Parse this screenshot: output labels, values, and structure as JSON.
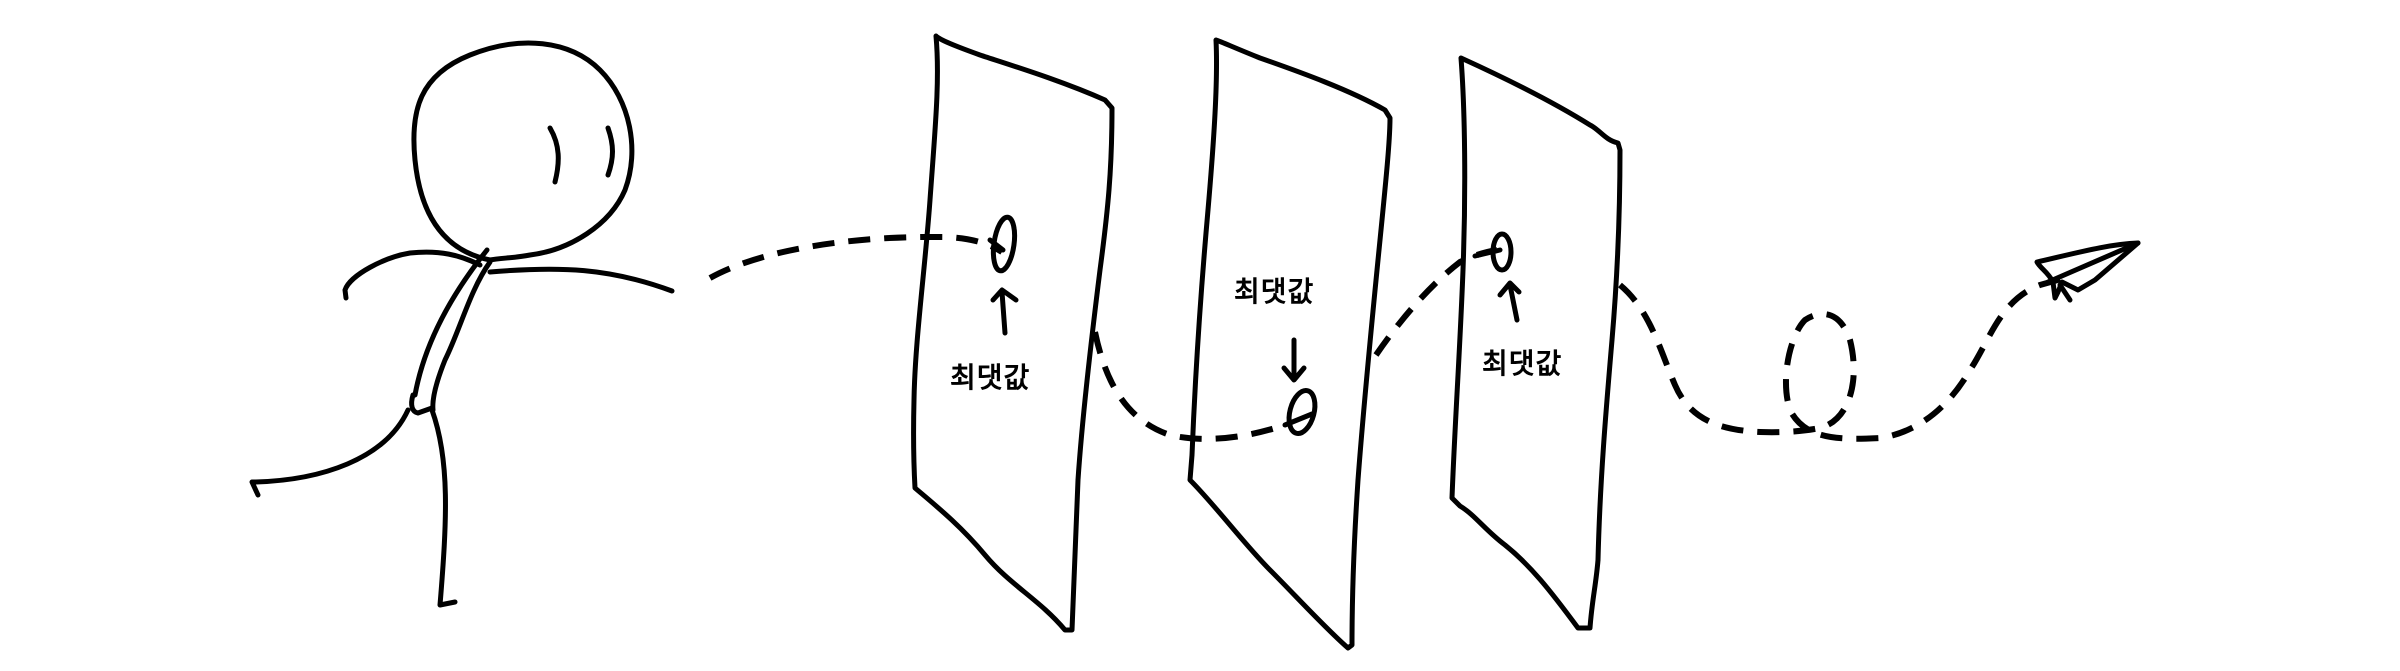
{
  "diagram": {
    "description": "Stick figure throws a paper airplane whose dashed path passes through three panels, marking the maximum value point on each",
    "panels": [
      {
        "id": 1,
        "label": "최댓값",
        "arrow_direction": "up"
      },
      {
        "id": 2,
        "label": "최댓값",
        "arrow_direction": "down"
      },
      {
        "id": 3,
        "label": "최댓값",
        "arrow_direction": "up"
      }
    ],
    "elements": [
      "stick-figure",
      "dashed-trajectory",
      "loop",
      "paper-airplane"
    ],
    "colors": {
      "stroke": "#000000",
      "background": "#ffffff"
    }
  }
}
